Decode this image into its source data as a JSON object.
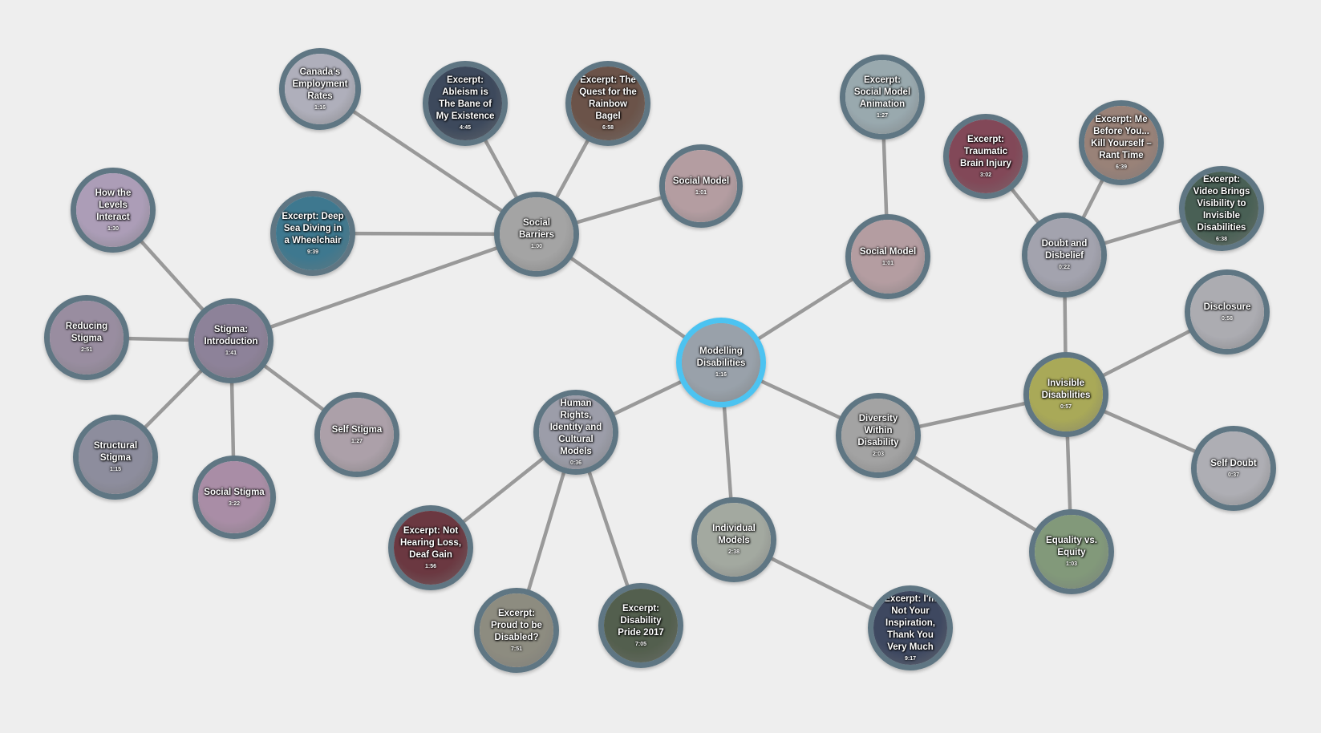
{
  "nodes": [
    {
      "id": "modelling",
      "title": "Modelling Disabilities",
      "duration": "1:16",
      "active": true,
      "thumb": "#9aa6b2"
    },
    {
      "id": "social-barriers",
      "title": "Social Barriers",
      "duration": "1:00",
      "thumb": "#a9a9a9"
    },
    {
      "id": "canada-employment",
      "title": "Canada's Employment Rates",
      "duration": "1:16",
      "thumb": "#b9b9c9"
    },
    {
      "id": "ableism",
      "title": "Excerpt: Ableism is The Bane of My Existence",
      "duration": "4:45",
      "thumb": "#1b2c46"
    },
    {
      "id": "rainbow-bagel",
      "title": "Excerpt: The Quest for the Rainbow Bagel",
      "duration": "6:58",
      "thumb": "#5a3a2c"
    },
    {
      "id": "social-model-1",
      "title": "Social Model",
      "duration": "1:01",
      "thumb": "#c0a0a6"
    },
    {
      "id": "deep-sea",
      "title": "Excerpt: Deep Sea Diving in a Wheelchair",
      "duration": "9:39",
      "thumb": "#1d6c8c"
    },
    {
      "id": "stigma-intro",
      "title": "Stigma: Introduction",
      "duration": "1:41",
      "thumb": "#8a7a9a"
    },
    {
      "id": "levels-interact",
      "title": "How the Levels Interact",
      "duration": "1:30",
      "thumb": "#b4a0c4"
    },
    {
      "id": "reducing-stigma",
      "title": "Reducing Stigma",
      "duration": "2:51",
      "thumb": "#9a8aa4"
    },
    {
      "id": "structural-stigma",
      "title": "Structural Stigma",
      "duration": "1:15",
      "thumb": "#8a8aa0"
    },
    {
      "id": "social-stigma",
      "title": "Social Stigma",
      "duration": "3:22",
      "thumb": "#b08aac"
    },
    {
      "id": "self-stigma",
      "title": "Self Stigma",
      "duration": "1:27",
      "thumb": "#b4a4b0"
    },
    {
      "id": "human-rights",
      "title": "Human Rights, Identity and Cultural Models",
      "duration": "0:36",
      "thumb": "#9ea0b0"
    },
    {
      "id": "not-hearing-loss",
      "title": "Excerpt: Not Hearing Loss, Deaf Gain",
      "duration": "1:56",
      "thumb": "#5a1420"
    },
    {
      "id": "proud-disabled",
      "title": "Excerpt: Proud to be Disabled?",
      "duration": "7:51",
      "thumb": "#8a8878"
    },
    {
      "id": "disability-pride",
      "title": "Excerpt: Disability Pride 2017",
      "duration": "7:05",
      "thumb": "#3a4a32"
    },
    {
      "id": "individual-models",
      "title": "Individual Models",
      "duration": "2:38",
      "thumb": "#a8b0a4"
    },
    {
      "id": "not-inspiration",
      "title": "Excerpt: I'm Not Your Inspiration, Thank You Very Much",
      "duration": "9:17",
      "thumb": "#1c2a4c"
    },
    {
      "id": "diversity-within",
      "title": "Diversity Within Disability",
      "duration": "2:03",
      "thumb": "#a8a8a8"
    },
    {
      "id": "social-model-2",
      "title": "Social Model",
      "duration": "1:01",
      "thumb": "#c0a0a6"
    },
    {
      "id": "social-model-animation",
      "title": "Excerpt: Social Model Animation",
      "duration": "1:27",
      "thumb": "#9ab0b8"
    },
    {
      "id": "doubt-disbelief",
      "title": "Doubt and Disbelief",
      "duration": "0:22",
      "thumb": "#a8a8b8"
    },
    {
      "id": "tbi",
      "title": "Excerpt: Traumatic Brain Injury",
      "duration": "3:02",
      "thumb": "#7a2a40"
    },
    {
      "id": "me-before-you",
      "title": "Excerpt: Me Before You... Kill Yourself – Rant Time",
      "duration": "6:39",
      "thumb": "#9a7a6c"
    },
    {
      "id": "video-visibility",
      "title": "Excerpt: Video Brings Visibility to Invisible Disabilities",
      "duration": "6:38",
      "thumb": "#2c4c3c"
    },
    {
      "id": "invisible-disabilities",
      "title": "Invisible Disabilities",
      "duration": "0:57",
      "thumb": "#b0b040"
    },
    {
      "id": "disclosure",
      "title": "Disclosure",
      "duration": "0:58",
      "thumb": "#b4b4bc"
    },
    {
      "id": "self-doubt",
      "title": "Self Doubt",
      "duration": "0:37",
      "thumb": "#b8b8c0"
    },
    {
      "id": "equality-equity",
      "title": "Equality vs. Equity",
      "duration": "1:03",
      "thumb": "#7a9a70"
    }
  ],
  "edges": [
    [
      "modelling",
      "social-barriers"
    ],
    [
      "modelling",
      "human-rights"
    ],
    [
      "modelling",
      "individual-models"
    ],
    [
      "modelling",
      "diversity-within"
    ],
    [
      "modelling",
      "social-model-2"
    ],
    [
      "social-barriers",
      "canada-employment"
    ],
    [
      "social-barriers",
      "ableism"
    ],
    [
      "social-barriers",
      "rainbow-bagel"
    ],
    [
      "social-barriers",
      "social-model-1"
    ],
    [
      "social-barriers",
      "deep-sea"
    ],
    [
      "social-barriers",
      "stigma-intro"
    ],
    [
      "stigma-intro",
      "levels-interact"
    ],
    [
      "stigma-intro",
      "reducing-stigma"
    ],
    [
      "stigma-intro",
      "structural-stigma"
    ],
    [
      "stigma-intro",
      "social-stigma"
    ],
    [
      "stigma-intro",
      "self-stigma"
    ],
    [
      "human-rights",
      "not-hearing-loss"
    ],
    [
      "human-rights",
      "proud-disabled"
    ],
    [
      "human-rights",
      "disability-pride"
    ],
    [
      "individual-models",
      "not-inspiration"
    ],
    [
      "social-model-2",
      "social-model-animation"
    ],
    [
      "diversity-within",
      "invisible-disabilities"
    ],
    [
      "diversity-within",
      "equality-equity"
    ],
    [
      "invisible-disabilities",
      "doubt-disbelief"
    ],
    [
      "invisible-disabilities",
      "disclosure"
    ],
    [
      "invisible-disabilities",
      "self-doubt"
    ],
    [
      "invisible-disabilities",
      "equality-equity"
    ],
    [
      "doubt-disbelief",
      "tbi"
    ],
    [
      "doubt-disbelief",
      "me-before-you"
    ],
    [
      "doubt-disbelief",
      "video-visibility"
    ]
  ]
}
